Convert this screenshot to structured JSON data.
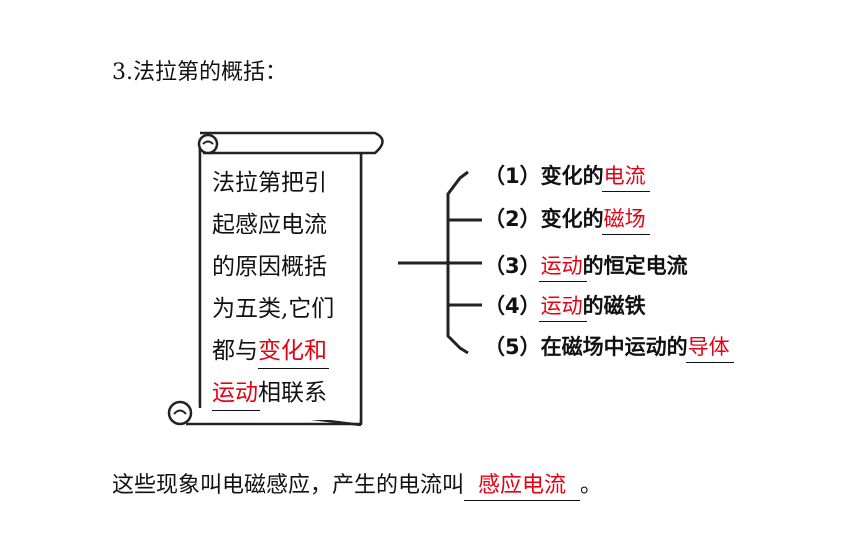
{
  "heading": "3.法拉第的概括：",
  "scroll": {
    "lines": [
      "法拉第把引",
      "起感应电流",
      "的原因概括",
      "为五类,它们"
    ],
    "line5_prefix": "都与",
    "line5_blank": "变化和",
    "line6_blank": "运动",
    "line6_suffix": "相联系"
  },
  "items": [
    {
      "prefix": "（1）变化的",
      "answer": "电流",
      "suffix": ""
    },
    {
      "prefix": "（2）变化的",
      "answer": "磁场",
      "suffix": ""
    },
    {
      "prefix": "（3）",
      "answer": "运动",
      "suffix": "的恒定电流"
    },
    {
      "prefix": "（4）",
      "answer": "运动",
      "suffix": "的磁铁"
    },
    {
      "prefix": "（5）在磁场中运动的",
      "answer": "导体",
      "suffix": ""
    }
  ],
  "conclusion": {
    "prefix": "这些现象叫电磁感应，产生的电流叫",
    "answer": "感应电流",
    "suffix": "。"
  },
  "colors": {
    "answer": "#e60012",
    "text": "#111111"
  }
}
